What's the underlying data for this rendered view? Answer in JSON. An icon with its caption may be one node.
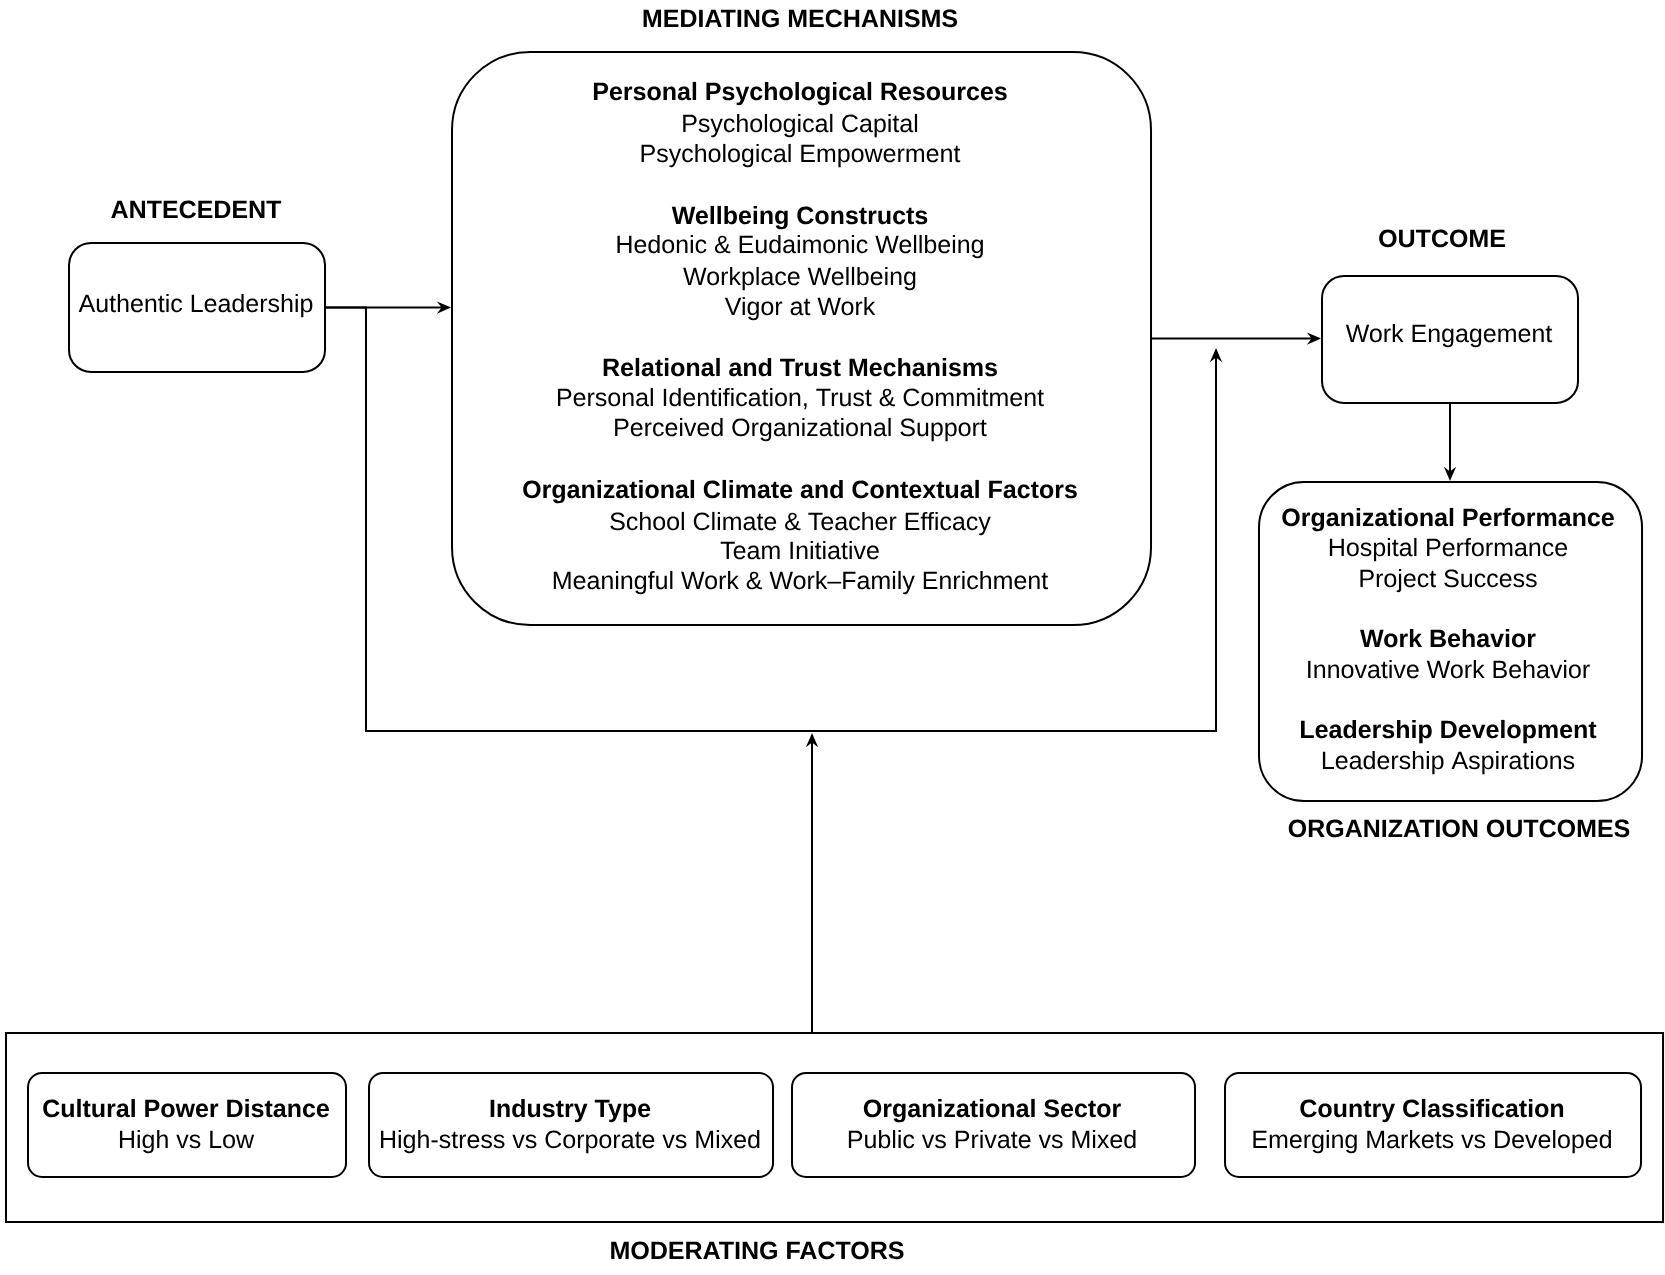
{
  "diagram": {
    "nodes": [
      {
        "text": [
          "ANTECEDENT",
          "Authentic Leadership"
        ]
      },
      {
        "text": [
          "MEDIATING MECHANISMS",
          "Personal Psychological Resources",
          "Psychological Capital",
          "Psychological Empowerment",
          "Wellbeing Constructs",
          "Hedonic & Eudaimonic Wellbeing",
          "Workplace Wellbeing",
          "Vigor at Work",
          "Relational and Trust Mechanisms",
          "Personal Identification, Trust & Commitment",
          "Perceived Organizational Support",
          "Organizational Climate and Contextual Factors",
          "School Climate & Teacher Efficacy",
          "Team Initiative",
          "Meaningful Work & Work–Family Enrichment"
        ]
      },
      {
        "text": [
          "OUTCOME",
          "Work Engagement"
        ]
      },
      {
        "text": [
          "Organizational Performance",
          "Hospital Performance",
          "Project Success",
          "Work Behavior",
          "Innovative Work Behavior",
          "Leadership Development",
          "Leadership Aspirations",
          "ORGANIZATION OUTCOMES"
        ]
      },
      {
        "text": [
          "MODERATING FACTORS"
        ]
      },
      {
        "text": [
          "Cultural Power Distance",
          "High vs Low"
        ],
        "in": 4
      },
      {
        "text": [
          "Industry Type",
          "High-stress vs Corporate vs Mixed"
        ],
        "in": 4
      },
      {
        "text": [
          "Organizational Sector",
          "Public vs Private vs Mixed"
        ],
        "in": 4
      },
      {
        "text": [
          "Country Classification",
          "Emerging Markets vs Developed"
        ],
        "in": 4
      }
    ],
    "edges": [
      {
        "from": 0,
        "to": 1,
        "arrow": "to"
      },
      {
        "from": 1,
        "to": 2,
        "arrow": "to"
      },
      {
        "from": 2,
        "to": 3,
        "arrow": "to"
      },
      {
        "from": 0,
        "to": null,
        "arrow": "to"
      },
      {
        "from": 4,
        "to": null,
        "arrow": "to"
      }
    ]
  }
}
